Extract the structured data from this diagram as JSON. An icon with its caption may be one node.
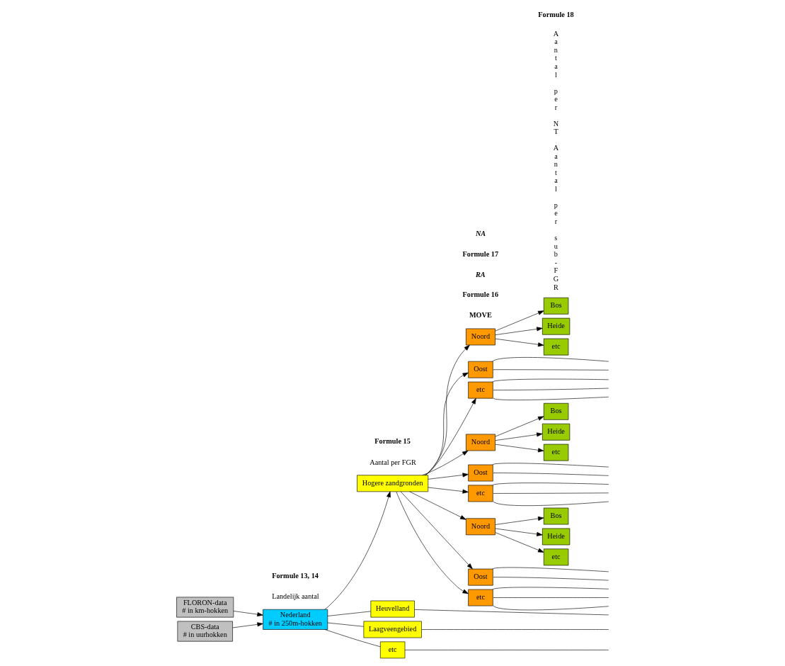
{
  "diagram": {
    "nodes": [
      {
        "text": [
          "FLORON-data",
          "# in km-hokken"
        ]
      },
      {
        "text": [
          "CBS-data",
          "# in uurhokken"
        ]
      },
      {
        "text": [
          "Nederland",
          "# in 250m-hokken"
        ]
      },
      {
        "text": [
          "Hogere zandgronden"
        ]
      },
      {
        "text": [
          "Heuvelland"
        ]
      },
      {
        "text": [
          "Laagveengebied"
        ]
      },
      {
        "text": [
          "etc"
        ]
      },
      {
        "text": [
          "Noord"
        ]
      },
      {
        "text": [
          "Oost"
        ]
      },
      {
        "text": [
          "etc"
        ]
      },
      {
        "text": [
          "Bos"
        ]
      },
      {
        "text": [
          "Heide"
        ]
      },
      {
        "text": [
          "etc"
        ]
      },
      {
        "text": [
          "Noord"
        ]
      },
      {
        "text": [
          "Oost"
        ]
      },
      {
        "text": [
          "etc"
        ]
      },
      {
        "text": [
          "Bos"
        ]
      },
      {
        "text": [
          "Heide"
        ]
      },
      {
        "text": [
          "etc"
        ]
      },
      {
        "text": [
          "Noord"
        ]
      },
      {
        "text": [
          "Oost"
        ]
      },
      {
        "text": [
          "etc"
        ]
      },
      {
        "text": [
          "Bos"
        ]
      },
      {
        "text": [
          "Heide"
        ]
      },
      {
        "text": [
          "etc"
        ]
      }
    ],
    "edges": [
      {
        "from": 0,
        "to": 2,
        "arrow": "to"
      },
      {
        "from": 1,
        "to": 2,
        "arrow": "to"
      },
      {
        "from": 2,
        "to": 3,
        "arrow": "to"
      },
      {
        "from": 2,
        "to": 4,
        "arrow": "none"
      },
      {
        "from": 2,
        "to": 5,
        "arrow": "none"
      },
      {
        "from": 2,
        "to": 6,
        "arrow": "none"
      },
      {
        "from": 4,
        "to": null,
        "arrow": "none"
      },
      {
        "from": 5,
        "to": null,
        "arrow": "none"
      },
      {
        "from": 6,
        "to": null,
        "arrow": "none"
      },
      {
        "from": 3,
        "to": 7,
        "arrow": "to"
      },
      {
        "from": 3,
        "to": 8,
        "arrow": "to"
      },
      {
        "from": 3,
        "to": 9,
        "arrow": "to"
      },
      {
        "from": 7,
        "to": 10,
        "arrow": "to"
      },
      {
        "from": 7,
        "to": 11,
        "arrow": "to"
      },
      {
        "from": 7,
        "to": 12,
        "arrow": "to"
      },
      {
        "from": 8,
        "to": null,
        "arrow": "none"
      },
      {
        "from": 8,
        "to": null,
        "arrow": "none"
      },
      {
        "from": 9,
        "to": null,
        "arrow": "none"
      },
      {
        "from": 9,
        "to": null,
        "arrow": "none"
      },
      {
        "from": 9,
        "to": null,
        "arrow": "none"
      },
      {
        "from": 3,
        "to": 13,
        "arrow": "to"
      },
      {
        "from": 3,
        "to": 14,
        "arrow": "to"
      },
      {
        "from": 3,
        "to": 15,
        "arrow": "to"
      },
      {
        "from": 13,
        "to": 16,
        "arrow": "to"
      },
      {
        "from": 13,
        "to": 17,
        "arrow": "to"
      },
      {
        "from": 13,
        "to": 18,
        "arrow": "to"
      },
      {
        "from": 14,
        "to": null,
        "arrow": "none"
      },
      {
        "from": 14,
        "to": null,
        "arrow": "none"
      },
      {
        "from": 15,
        "to": null,
        "arrow": "none"
      },
      {
        "from": 15,
        "to": null,
        "arrow": "none"
      },
      {
        "from": 15,
        "to": null,
        "arrow": "none"
      },
      {
        "from": 3,
        "to": 19,
        "arrow": "to"
      },
      {
        "from": 3,
        "to": 20,
        "arrow": "to"
      },
      {
        "from": 3,
        "to": 21,
        "arrow": "to"
      },
      {
        "from": 19,
        "to": 22,
        "arrow": "to"
      },
      {
        "from": 19,
        "to": 23,
        "arrow": "to"
      },
      {
        "from": 19,
        "to": 24,
        "arrow": "to"
      },
      {
        "from": 20,
        "to": null,
        "arrow": "none"
      },
      {
        "from": 20,
        "to": null,
        "arrow": "none"
      },
      {
        "from": 21,
        "to": null,
        "arrow": "none"
      },
      {
        "from": 21,
        "to": null,
        "arrow": "none"
      },
      {
        "from": 21,
        "to": null,
        "arrow": "none"
      }
    ],
    "labels": [
      "Landelijk aantal",
      "Formule 13, 14",
      "Aantal per FGR",
      "Formule 15",
      "Aantal per sub-FGR",
      "MOVE",
      "Formule 16",
      "Aantal per NT",
      "RA",
      "Formule 17",
      "NA",
      "Formule 18"
    ]
  }
}
